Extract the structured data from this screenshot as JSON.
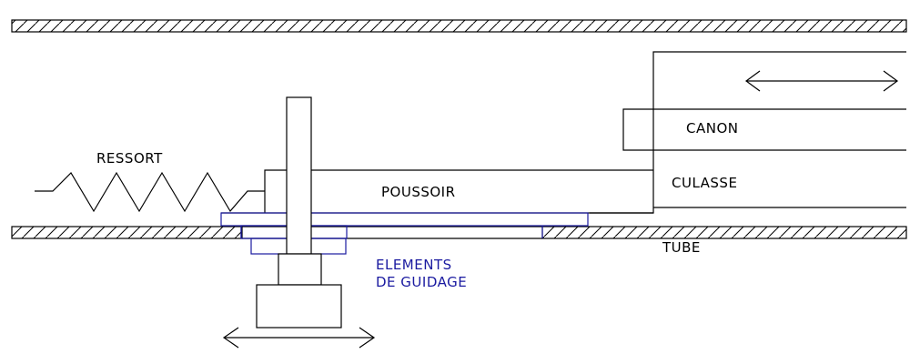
{
  "labels": {
    "spring": "RESSORT",
    "pusher": "POUSSOIR",
    "barrel": "CANON",
    "breech": "CULASSE",
    "tube": "TUBE",
    "guides_line1": "ELEMENTS",
    "guides_line2": "DE GUIDAGE"
  },
  "colors": {
    "line": "#000000",
    "guide": "#1a1aa0",
    "background": "#ffffff"
  }
}
